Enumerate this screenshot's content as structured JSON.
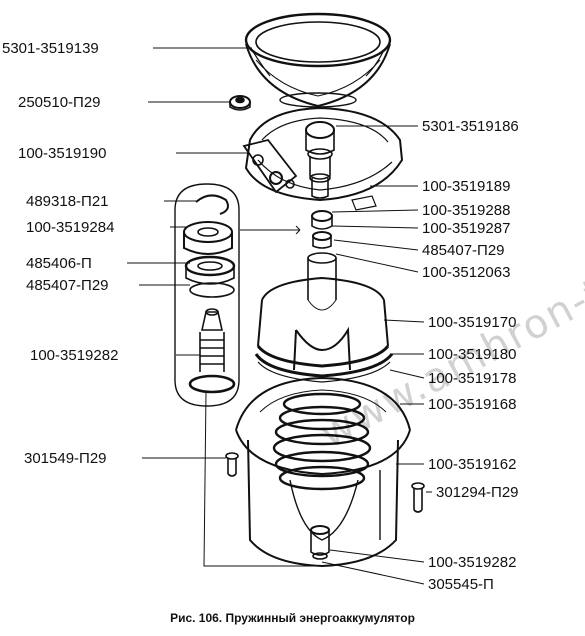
{
  "labels_left": [
    {
      "id": "l1",
      "text": "5301-3519139"
    },
    {
      "id": "l2",
      "text": "250510-П29"
    },
    {
      "id": "l3",
      "text": "100-3519190"
    },
    {
      "id": "l4",
      "text": "489318-П21"
    },
    {
      "id": "l5",
      "text": "100-3519284"
    },
    {
      "id": "l6",
      "text": "485406-П"
    },
    {
      "id": "l7",
      "text": "485407-П29"
    },
    {
      "id": "l8",
      "text": "100-3519282"
    },
    {
      "id": "l9",
      "text": "301549-П29"
    }
  ],
  "labels_right": [
    {
      "id": "r1",
      "text": "5301-3519186"
    },
    {
      "id": "r2",
      "text": "100-3519189"
    },
    {
      "id": "r3",
      "text": "100-3519288"
    },
    {
      "id": "r4",
      "text": "100-3519287"
    },
    {
      "id": "r5",
      "text": "485407-П29"
    },
    {
      "id": "r6",
      "text": "100-3512063"
    },
    {
      "id": "r7",
      "text": "100-3519170"
    },
    {
      "id": "r8",
      "text": "100-3519180"
    },
    {
      "id": "r9",
      "text": "100-3519178"
    },
    {
      "id": "r10",
      "text": "100-3519168"
    },
    {
      "id": "r11",
      "text": "100-3519162"
    },
    {
      "id": "r12",
      "text": "301294-П29"
    },
    {
      "id": "r13",
      "text": "100-3519282"
    },
    {
      "id": "r14",
      "text": "305545-П"
    }
  ],
  "caption": "Рис. 106. Пружинный энергоаккумулятор",
  "watermark": "www.amhron-to.ru"
}
